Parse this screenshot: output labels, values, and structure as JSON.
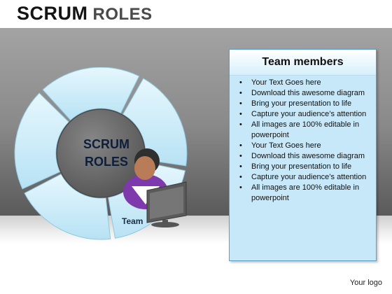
{
  "title": {
    "word1": "SCRUM",
    "word2": "ROLES"
  },
  "wheel": {
    "center_line1": "SCRUM",
    "center_line2": "ROLES",
    "team_label": "Team",
    "segment_color": "#c8ecf8",
    "hub_color": "#6b6b6b",
    "segment_count": 5,
    "icons": [
      "person-icon",
      "monitor-icon"
    ]
  },
  "card": {
    "header": "Team members",
    "items": [
      "Your Text Goes here",
      "Download this awesome diagram",
      "Bring your presentation to life",
      "Capture your audience’s attention",
      "All images are 100% editable in powerpoint",
      "Your Text Goes here",
      "Download this awesome diagram",
      "Bring your presentation to life",
      "Capture your audience’s attention",
      "All images are 100% editable in powerpoint"
    ]
  },
  "footer": {
    "logo": "Your logo"
  },
  "colors": {
    "card_fill": "#c6e8f8",
    "card_border": "#5d9fc5",
    "person_shirt": "#8a3fb8",
    "person_skin": "#b87c58"
  }
}
